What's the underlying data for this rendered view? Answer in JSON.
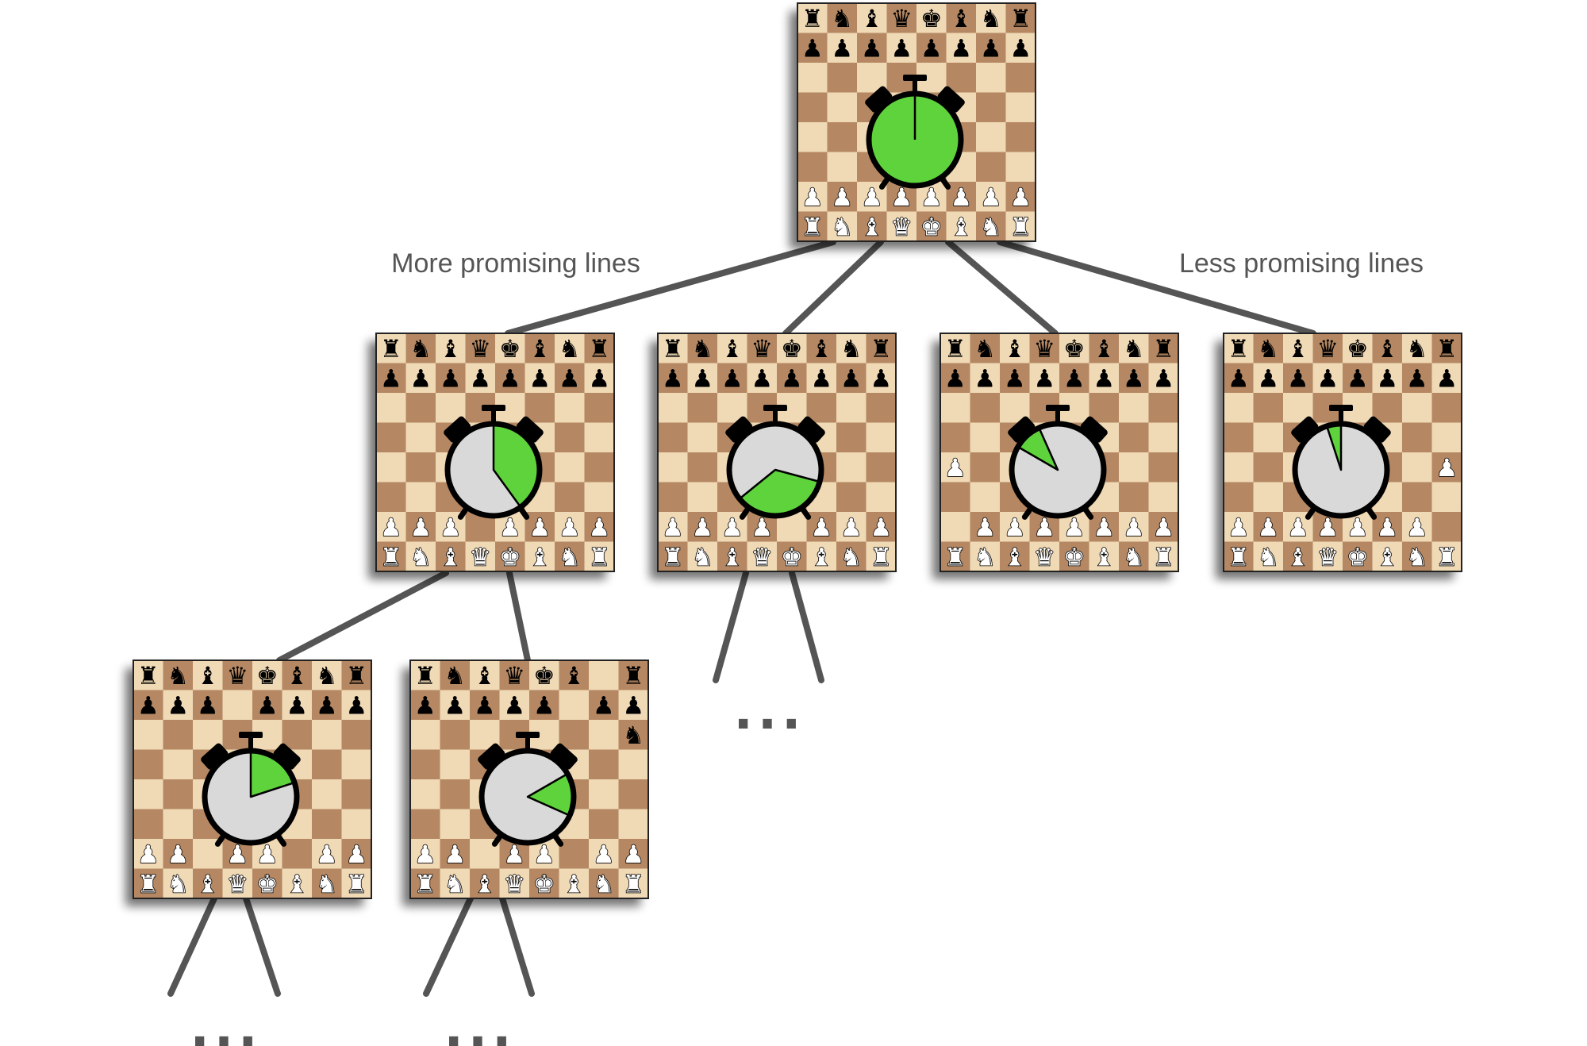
{
  "labels": {
    "more_promising": "More promising lines",
    "less_promising": "Less promising lines",
    "continuation": "..."
  },
  "colors": {
    "board_light": "#f0d9b5",
    "board_dark": "#b58863",
    "clock_time": "#5fd33c",
    "clock_face": "#d9d9d9",
    "edge": "#555555"
  },
  "nodes": [
    {
      "id": "root",
      "level": 0,
      "time_allocation": 1.0,
      "start_angle": 0,
      "board": [
        "rnbqkbnr",
        "pppppppp",
        "........",
        "........",
        "........",
        "........",
        "PPPPPPPP",
        "RNBQKBNR"
      ]
    },
    {
      "id": "child-1",
      "level": 1,
      "parent": "root",
      "time_allocation": 0.4,
      "start_angle": 0,
      "board": [
        "rnbqkbnr",
        "pppppppp",
        "........",
        "........",
        "........",
        "........",
        "PPP.PPPP",
        "RNBQKBNR"
      ]
    },
    {
      "id": "child-2",
      "level": 1,
      "parent": "root",
      "time_allocation": 0.35,
      "start_angle": 105,
      "board": [
        "rnbqkbnr",
        "pppppppp",
        "........",
        "........",
        "........",
        "........",
        "PPPP.PPP",
        "RNBQKBNR"
      ]
    },
    {
      "id": "child-3",
      "level": 1,
      "parent": "root",
      "time_allocation": 0.1,
      "start_angle": 300,
      "board": [
        "rnbqkbnr",
        "pppppppp",
        "........",
        "........",
        "P.......",
        "........",
        ".PPPPPPP",
        "RNBQKBNR"
      ]
    },
    {
      "id": "child-4",
      "level": 1,
      "parent": "root",
      "time_allocation": 0.05,
      "start_angle": 342,
      "board": [
        "rnbqkbnr",
        "pppppppp",
        "........",
        "........",
        ".......P",
        "........",
        "PPPPPPP.",
        "RNBQKBNR"
      ]
    },
    {
      "id": "grandchild-1",
      "level": 2,
      "parent": "child-1",
      "time_allocation": 0.2,
      "start_angle": 0,
      "board": [
        "rnbqkbnr",
        "ppp.pppp",
        "........",
        "........",
        "........",
        "........",
        "PP.PP.PP",
        "RNBQKBNR"
      ]
    },
    {
      "id": "grandchild-2",
      "level": 2,
      "parent": "child-1",
      "time_allocation": 0.15,
      "start_angle": 60,
      "board": [
        "rnbqkb.r",
        "ppppp.pp",
        ".......n",
        "........",
        "........",
        "........",
        "PP.PP.PP",
        "RNBQKBNR"
      ]
    }
  ]
}
